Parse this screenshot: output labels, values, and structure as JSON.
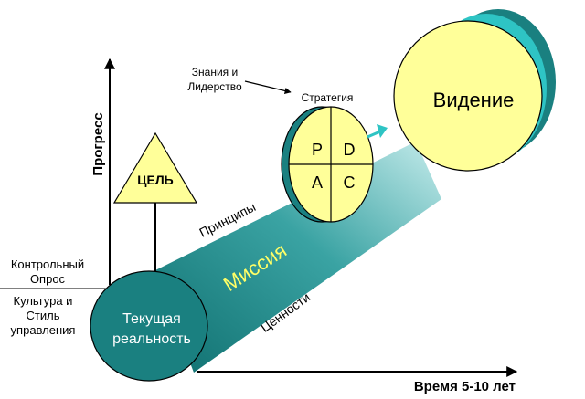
{
  "axes": {
    "y_label": "Прогресс",
    "x_label": "Время 5-10 лет"
  },
  "left_labels": {
    "top_line1": "Контрольный",
    "top_line2": "Опрос",
    "bottom_line1": "Культура и",
    "bottom_line2": "Стиль",
    "bottom_line3": "управления"
  },
  "goal": "ЦЕЛЬ",
  "current_reality": {
    "line1": "Текущая",
    "line2": "реальность"
  },
  "beam": {
    "mission": "Миссия",
    "principles": "Принципы",
    "values": "Ценности"
  },
  "knowledge": {
    "line1": "Знания и",
    "line2": "Лидерство"
  },
  "strategy": "Стратегия",
  "pdca": {
    "p": "P",
    "d": "D",
    "a": "A",
    "c": "C"
  },
  "vision": "Видение",
  "colors": {
    "teal_dark": "#1a8080",
    "teal_light": "#2ec4c4",
    "yellow": "#ffff99",
    "mission_text": "#ffff66"
  }
}
